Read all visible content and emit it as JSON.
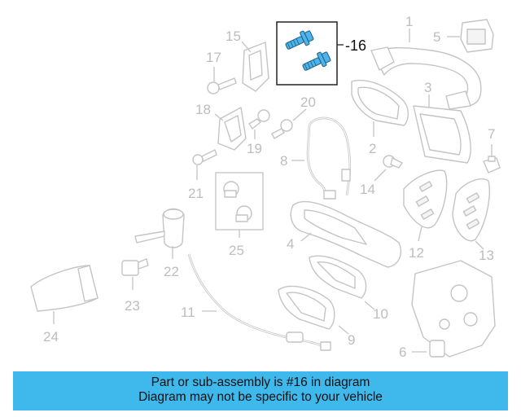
{
  "diagram": {
    "callouts": {
      "c1": "1",
      "c2": "2",
      "c3": "3",
      "c4": "4",
      "c5": "5",
      "c6": "6",
      "c7": "7",
      "c8": "8",
      "c9": "9",
      "c10": "10",
      "c11": "11",
      "c12": "12",
      "c13": "13",
      "c14": "14",
      "c15": "15",
      "c16": "-16",
      "c17": "17",
      "c18": "18",
      "c19": "19",
      "c20": "20",
      "c21": "21",
      "c22": "22",
      "c23": "23",
      "c24": "24",
      "c25": "25"
    },
    "highlighted_part": "16",
    "highlight_color": "#4db3e8",
    "line_color": "#c4c4c4"
  },
  "banner": {
    "line1": "Part or sub-assembly is #16 in diagram",
    "line2": "Diagram may not be specific to your vehicle",
    "background": "#3fb8ec"
  }
}
